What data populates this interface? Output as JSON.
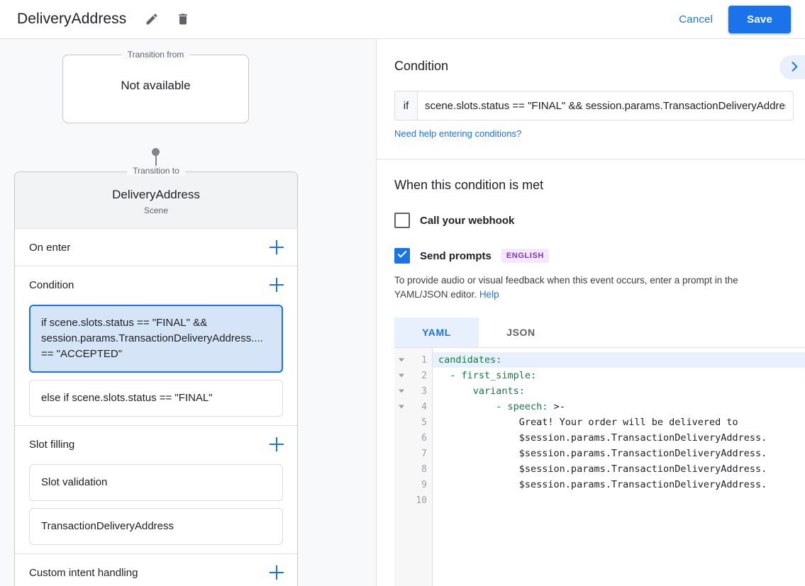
{
  "header": {
    "title": "DeliveryAddress",
    "edit_icon": "pencil-icon",
    "delete_icon": "trash-icon",
    "cancel_label": "Cancel",
    "save_label": "Save",
    "accent_color": "#1a73e8"
  },
  "left_pane": {
    "transition_from": {
      "legend": "Transition from",
      "value": "Not available"
    },
    "transition_to": {
      "legend": "Transition to",
      "name": "DeliveryAddress",
      "subtitle": "Scene"
    },
    "sections": [
      {
        "title": "On enter",
        "add_label": "+",
        "items": []
      },
      {
        "title": "Condition",
        "add_label": "+",
        "items": [
          {
            "text": "if scene.slots.status == \"FINAL\" && session.params.TransactionDeliveryAddress.... == \"ACCEPTED\"",
            "selected": true
          },
          {
            "text": "else if scene.slots.status == \"FINAL\"",
            "selected": false
          }
        ]
      },
      {
        "title": "Slot filling",
        "add_label": "+",
        "items": [
          {
            "text": "Slot validation",
            "selected": false
          },
          {
            "text": "TransactionDeliveryAddress",
            "selected": false
          }
        ]
      },
      {
        "title": "Custom intent handling",
        "add_label": "+",
        "items": []
      }
    ]
  },
  "right_pane": {
    "condition": {
      "heading": "Condition",
      "if_label": "if",
      "value": "scene.slots.status == \"FINAL\" && session.params.TransactionDeliveryAddress.deliveryAddress.addressStatus == \"ACCEPTED\"",
      "placeholder": "",
      "help_link": "Need help entering conditions?",
      "expand_icon": "chevron-right-icon"
    },
    "when_met": {
      "heading": "When this condition is met",
      "webhook": {
        "label": "Call your webhook",
        "checked": false
      },
      "send_prompts": {
        "label": "Send prompts",
        "checked": true,
        "badge": "ENGLISH",
        "badge_bg": "#f3e8fd",
        "badge_color": "#8430ce"
      },
      "description": "To provide audio or visual feedback when this event occurs, enter a prompt in the YAML/JSON editor.",
      "help_label": "Help"
    },
    "editor": {
      "tabs": [
        {
          "label": "YAML",
          "active": true
        },
        {
          "label": "JSON",
          "active": false
        }
      ],
      "line_numbers": [
        "1",
        "2",
        "3",
        "4",
        "5",
        "6",
        "7",
        "8",
        "9",
        "10"
      ],
      "fold_rows": [
        1,
        2,
        3,
        4
      ],
      "highlighted_line": 1,
      "lines": [
        {
          "n": 1,
          "indent": 0,
          "key": "candidates:",
          "rest": ""
        },
        {
          "n": 2,
          "indent": 2,
          "key": "- first_simple:",
          "rest": ""
        },
        {
          "n": 3,
          "indent": 6,
          "key": "variants:",
          "rest": ""
        },
        {
          "n": 4,
          "indent": 10,
          "key": "- speech: ",
          "rest": ">-"
        },
        {
          "n": 5,
          "indent": 14,
          "key": "",
          "rest": "Great! Your order will be delivered to"
        },
        {
          "n": 6,
          "indent": 14,
          "key": "",
          "rest": "$session.params.TransactionDeliveryAddress."
        },
        {
          "n": 7,
          "indent": 14,
          "key": "",
          "rest": "$session.params.TransactionDeliveryAddress."
        },
        {
          "n": 8,
          "indent": 14,
          "key": "",
          "rest": "$session.params.TransactionDeliveryAddress."
        },
        {
          "n": 9,
          "indent": 14,
          "key": "",
          "rest": "$session.params.TransactionDeliveryAddress."
        },
        {
          "n": 10,
          "indent": 0,
          "key": "",
          "rest": ""
        }
      ]
    }
  }
}
